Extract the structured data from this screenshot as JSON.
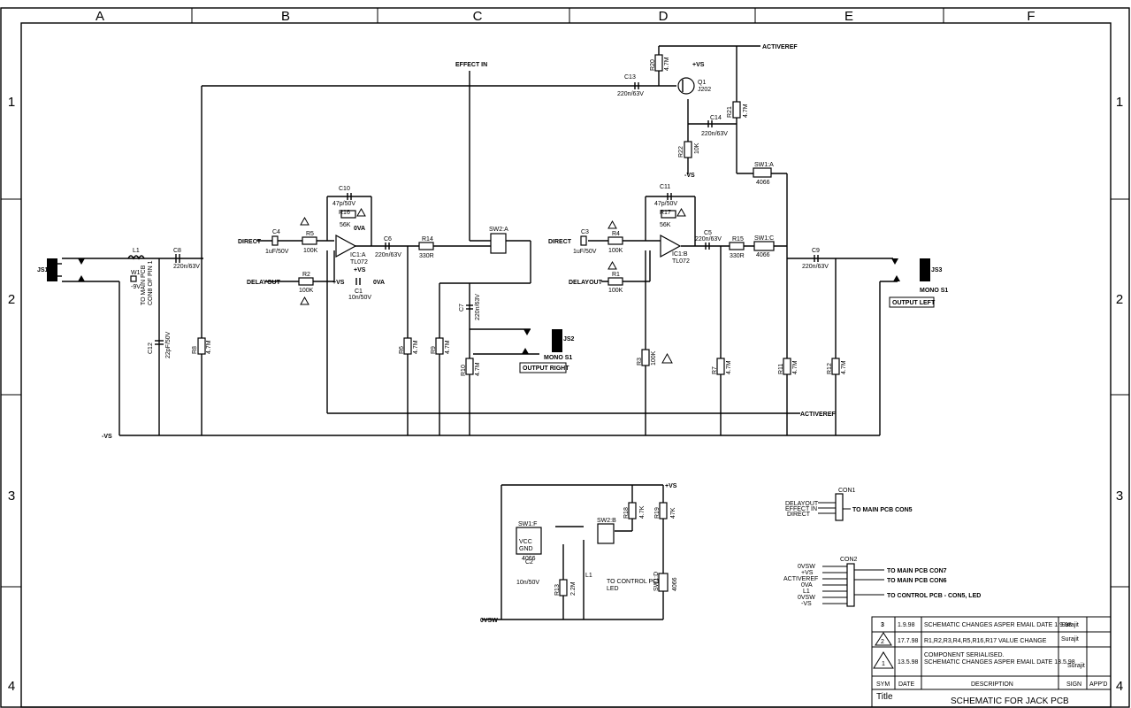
{
  "border": {
    "columns": [
      "A",
      "B",
      "C",
      "D",
      "E",
      "F"
    ],
    "rows": [
      "1",
      "2",
      "3",
      "4"
    ]
  },
  "nets": {
    "effect_in": "EFFECT IN",
    "activeref_top": "ACTIVEREF",
    "activeref_bus": "ACTIVEREF",
    "neg_vs": "-VS",
    "pos_vs_q1": "+VS",
    "neg_vs_q1": "-VS",
    "pos_vs_bottom": "+VS",
    "ovsw": "0VSW",
    "direct_left": "DIRECT",
    "delayout_left": "DELAYOUT",
    "direct_right": "DIRECT",
    "delayout_right": "DELAYOUT",
    "ova": "0VA",
    "ova2": "0VA",
    "vs_ic1a": "+VS",
    "vs_c1": "+VS"
  },
  "components": {
    "JS1": "JS1",
    "L1": "L1",
    "W1": "W1",
    "w1_note": "-9V",
    "pin_note_1": "TO MAIN PCB",
    "pin_note_2": "CON8 OF PIN 1",
    "C8": "C8",
    "C8v": "220n/63V",
    "C12": "C12",
    "C12v": "22pF/50V",
    "R8": "R8",
    "R8v": "4.7M",
    "C4": "C4",
    "C4v": "1uF/50V",
    "R5": "R5",
    "R5v": "100K",
    "R2": "R2",
    "R2v": "100K",
    "C10": "C10",
    "C10v": "47p/50V",
    "R16": "R16",
    "R16v": "56K",
    "IC1A": "IC1:A",
    "IC1Av": "TL072",
    "C1": "C1",
    "C1v": "10n/50V",
    "C6": "C6",
    "C6v": "220n/63V",
    "R14": "R14",
    "R14v": "330R",
    "R6": "R6",
    "R6v": "4.7M",
    "R9": "R9",
    "R9v": "4.7M",
    "R10": "R10",
    "R10v": "4.7M",
    "C7": "C7",
    "C7v": "220n/63V",
    "SW2A": "SW2:A",
    "JS2": "JS2",
    "JS2v": "MONO S1",
    "out_right": "OUTPUT RIGHT",
    "R20": "R20",
    "R20v": "4.7M",
    "C13": "C13",
    "C13v": "220n/63V",
    "Q1": "Q1",
    "Q1v": "J202",
    "C14": "C14",
    "C14v": "220n/63V",
    "R22": "R22",
    "R22v": "10K",
    "R21": "R21",
    "R21v": "4.7M",
    "SW1A": "SW1:A",
    "SW1Av": "4066",
    "C3": "C3",
    "C3v": "1uF/50V",
    "R4": "R4",
    "R4v": "100K",
    "R1": "R1",
    "R1v": "100K",
    "C11": "C11",
    "C11v": "47p/50V",
    "R17": "R17",
    "R17v": "56K",
    "IC1B": "IC1:B",
    "IC1Bv": "TL072",
    "C5": "C5",
    "C5v": "220n/63V",
    "R15": "R15",
    "R15v": "330R",
    "SW1C": "SW1:C",
    "SW1Cv": "4066",
    "R3": "R3",
    "R3v": "100K",
    "R7": "R7",
    "R7v": "4.7M",
    "R11": "R11",
    "R11v": "4.7M",
    "R12": "R12",
    "R12v": "4.7M",
    "C9": "C9",
    "C9v": "220n/63V",
    "JS3": "JS3",
    "JS3v": "MONO S1",
    "out_left": "OUTPUT LEFT",
    "SW1F": "SW1:F",
    "SW1Fv": "4066",
    "vcc": "VCC",
    "gnd": "GND",
    "C2": "C2",
    "C2v": "10n/50V",
    "SW2B": "SW2:B",
    "L1b": "L1",
    "to_ctrl": "TO CONTROL PCB",
    "led": "LED",
    "R13": "R13",
    "R13v": "2.2M",
    "R18": "R18",
    "R18v": "4.7K",
    "R19": "R19",
    "R19v": "47K",
    "SW1D": "SW1:D",
    "SW1Dv": "4066",
    "CON1": "CON1",
    "CON2": "CON2"
  },
  "connectors": {
    "con1": {
      "pins": [
        "DELAYOUT",
        "EFFECT IN",
        "DIRECT"
      ],
      "note": "TO MAIN PCB CON5"
    },
    "con2": {
      "pins": [
        "0VSW",
        "+VS",
        "ACTIVEREF",
        "0VA",
        "L1",
        "0VSW",
        "-VS"
      ],
      "note1": "TO MAIN PCB CON7",
      "note2": "TO MAIN PCB CON6",
      "note3": "TO CONTROL PCB - CON5, LED"
    }
  },
  "revisions": [
    {
      "sym": "3",
      "date": "1.9.98",
      "desc": "SCHEMATIC CHANGES ASPER EMAIL DATE 1.9.98",
      "sign": "Surajit"
    },
    {
      "sym": "2",
      "date": "17.7.98",
      "desc": "R1,R2,R3,R4,R5,R16,R17 VALUE CHANGE",
      "sign": "Surajit"
    },
    {
      "sym": "1",
      "date": "13.5.98",
      "desc": "COMPONENT SERIALISED.",
      "desc2": "SCHEMATIC CHANGES ASPER EMAIL DATE 13.5.98",
      "sign": "Surajit"
    }
  ],
  "title_block": {
    "h_sym": "SYM",
    "h_date": "DATE",
    "h_desc": "DESCRIPTION",
    "h_sign": "SIGN",
    "h_appd": "APP'D",
    "title_label": "Title",
    "title": "SCHEMATIC FOR JACK PCB"
  }
}
